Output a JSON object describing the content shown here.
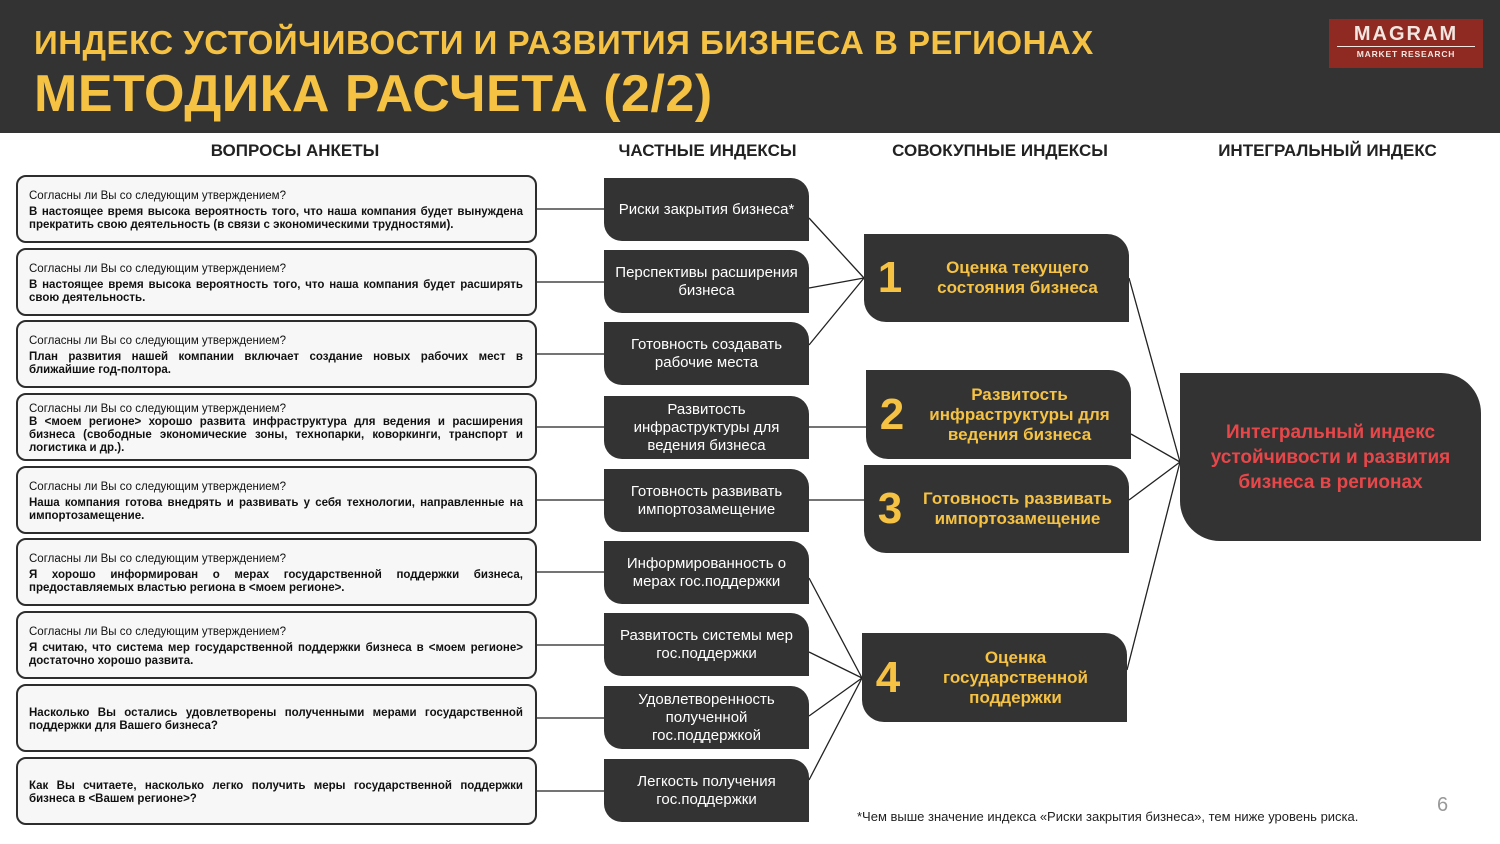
{
  "header": {
    "title_line1": "ИНДЕКС УСТОЙЧИВОСТИ И РАЗВИТИЯ БИЗНЕСА В РЕГИОНАХ",
    "title_line2": "МЕТОДИКА РАСЧЕТА (2/2)",
    "logo_main": "MAGRAM",
    "logo_sub": "MARKET RESEARCH"
  },
  "columns": [
    "ВОПРОСЫ АНКЕТЫ",
    "ЧАСТНЫЕ ИНДЕКСЫ",
    "СОВОКУПНЫЕ ИНДЕКСЫ",
    "ИНТЕГРАЛЬНЫЙ ИНДЕКС"
  ],
  "questions": [
    {
      "lead": "Согласны ли Вы со следующим утверждением?",
      "body": "В настоящее время высока вероятность того, что наша компания будет вынуждена прекратить свою деятельность (в связи с экономическими трудностями)."
    },
    {
      "lead": "Согласны ли Вы со следующим утверждением?",
      "body": "В настоящее время высока вероятность того, что наша компания будет расширять свою деятельность."
    },
    {
      "lead": "Согласны ли Вы со следующим утверждением?",
      "body": "План развития нашей компании включает создание новых рабочих мест в ближайшие год-полтора."
    },
    {
      "lead": "Согласны ли Вы со следующим утверждением?",
      "body": "В <моем регионе> хорошо развита инфраструктура для ведения и расширения бизнеса (свободные экономические зоны, технопарки, коворкинги, транспорт и логистика и др.)."
    },
    {
      "lead": "Согласны ли Вы со следующим утверждением?",
      "body": "Наша компания готова внедрять и развивать у себя технологии, направленные на импортозамещение."
    },
    {
      "lead": "Согласны ли Вы со следующим утверждением?",
      "body": "Я хорошо информирован о мерах государственной поддержки бизнеса, предоставляемых властью региона в <моем регионе>."
    },
    {
      "lead": "Согласны ли Вы со следующим утверждением?",
      "body": "Я считаю, что система мер государственной поддержки бизнеса в <моем регионе> достаточно хорошо развита."
    },
    {
      "lead": "",
      "body": "Насколько Вы остались удовлетворены полученными мерами государственной поддержки для Вашего бизнеса?"
    },
    {
      "lead": "",
      "body": "Как Вы считаете, насколько легко получить меры государственной поддержки бизнеса в <Вашем регионе>?"
    }
  ],
  "partial": [
    "Риски закрытия бизнеса*",
    "Перспективы расширения бизнеса",
    "Готовность создавать рабочие места",
    "Развитость инфраструктуры для ведения бизнеса",
    "Готовность развивать импортозамещение",
    "Информированность о мерах гос.поддержки",
    "Развитость системы мер гос.поддержки",
    "Удовлетворенность полученной гос.поддержкой",
    "Легкость получения гос.поддержки"
  ],
  "aggregate": [
    {
      "num": "1",
      "label": "Оценка текущего состояния бизнеса"
    },
    {
      "num": "2",
      "label": "Развитость инфраструктуры для ведения бизнеса"
    },
    {
      "num": "3",
      "label": "Готовность развивать импортозамещение"
    },
    {
      "num": "4",
      "label": "Оценка государственной поддержки"
    }
  ],
  "integral": "Интегральный индекс устойчивости и развития бизнеса в регионах",
  "footnote": "*Чем выше значение индекса «Риски закрытия бизнеса», тем ниже уровень риска.",
  "page_number": "6",
  "colors": {
    "dark": "#333333",
    "accent": "#f5c243",
    "red": "#e8474a",
    "logo": "#8e2a22"
  }
}
